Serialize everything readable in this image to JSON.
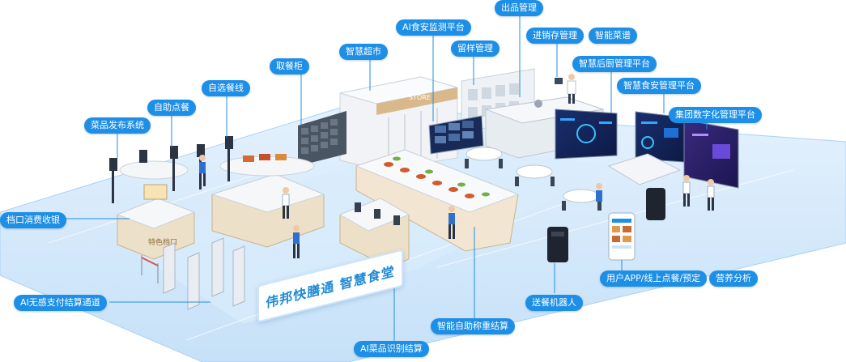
{
  "labels": {
    "outbound": "出品管理",
    "ai_platform": "AI食安监测平台",
    "inventory": "进销存管理",
    "smart_menu": "智能菜谱",
    "sample": "留样管理",
    "market": "智慧超市",
    "kitchen": "智慧后厨管理平台",
    "pickup": "取餐柜",
    "food_safety": "智慧食安管理平台",
    "self_line": "自选餐线",
    "self_order": "自助点餐",
    "group_platform": "集团数字化管理平台",
    "dish_release": "菜品发布系统",
    "stall_pay": "档口消费收银",
    "ai_pay": "AI无感支付结算通道",
    "robot": "送餐机器人",
    "app": "用户APP/线上点餐/预定",
    "nutrition": "营养分析",
    "weigh": "智能自助称重结算",
    "recognize": "AI菜品识别结算"
  },
  "scene_text": {
    "banner": "伟邦快膳通  智慧食堂",
    "store_sign": "STORE",
    "stall_sign": "特色档口"
  },
  "colors": {
    "floor": "#cfe6fb",
    "floor_edge": "#a9d2f5",
    "accent": "#1e8fe6",
    "banner_text": "#1f8ad6"
  }
}
